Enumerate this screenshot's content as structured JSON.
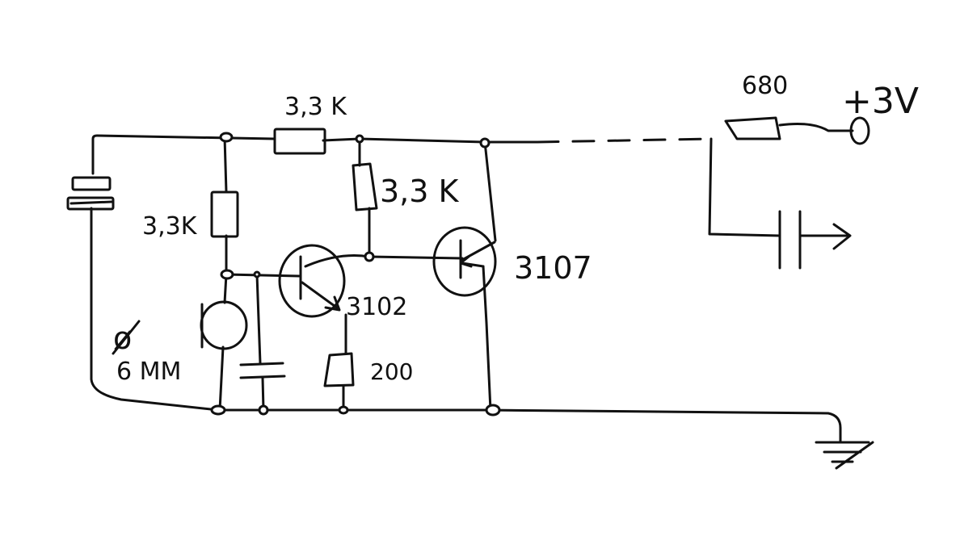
{
  "labels": {
    "r_top": "3,3 K",
    "r_mid": "3,3 K",
    "r_left": "3,3K",
    "r_emitter": "200",
    "r_out": "680",
    "supply": "+3V",
    "q1": "3102",
    "q2": "3107",
    "diameter": "ø",
    "size": "6 MM"
  }
}
